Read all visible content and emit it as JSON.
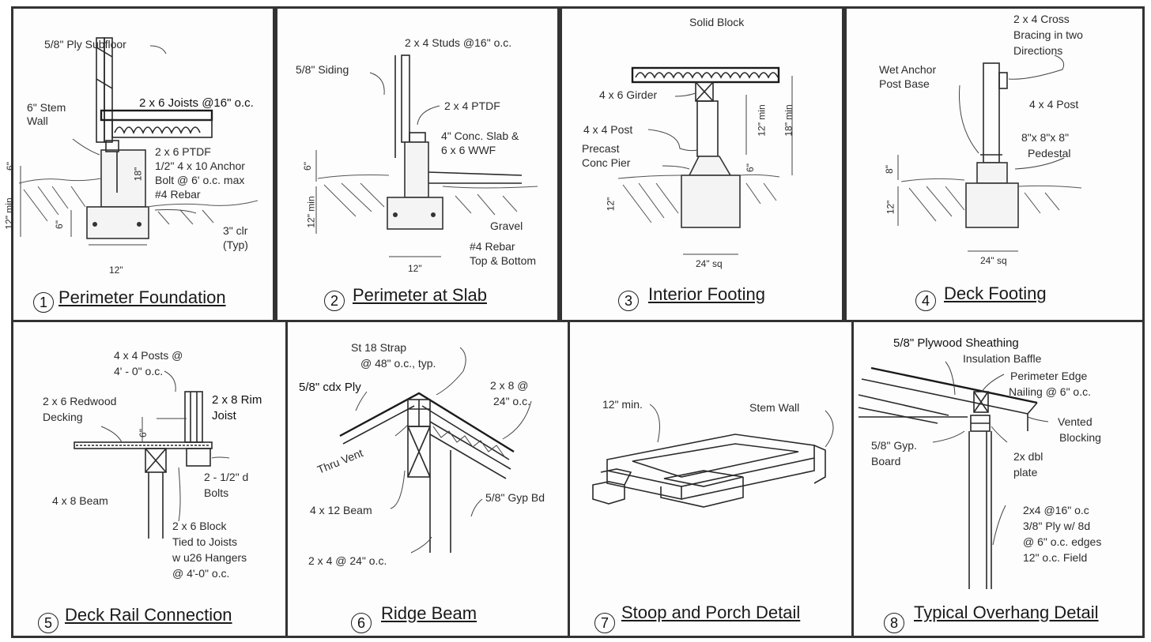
{
  "panels": [
    {
      "number": "1",
      "title": "Perimeter Foundation",
      "labels": [
        "5/8\" Ply Subfloor",
        "6\" Stem Wall",
        "2 x 6 Joists @16\" o.c.",
        "2 x 6 PTDF",
        "1/2\" 4 x 10 Anchor",
        "Bolt @ 6' o.c. max",
        "#4 Rebar",
        "3\" clr",
        "(Typ)",
        "12\"",
        "18\"",
        "6\"",
        "6\"",
        "12\" min"
      ]
    },
    {
      "number": "2",
      "title": "Perimeter at Slab",
      "labels": [
        "2 x 4 Studs @16\" o.c.",
        "5/8\" Siding",
        "2 x 4 PTDF",
        "4\" Conc. Slab &",
        "6 x 6 WWF",
        "Gravel",
        "#4 Rebar",
        "Top & Bottom",
        "12\"",
        "6\"",
        "12\" min"
      ]
    },
    {
      "number": "3",
      "title": "Interior Footing",
      "labels": [
        "Solid Block",
        "4 x 6 Girder",
        "4 x 4 Post",
        "Precast",
        "Conc Pier",
        "24\" sq",
        "12\" min",
        "18\" min",
        "6\"",
        "12\""
      ]
    },
    {
      "number": "4",
      "title": "Deck Footing",
      "labels": [
        "2 x 4 Cross",
        "Bracing in two",
        "Directions",
        "Wet Anchor",
        "Post Base",
        "4 x 4 Post",
        "8\"x 8\"x 8\"",
        "Pedestal",
        "24\" sq",
        "8\"",
        "12\""
      ]
    },
    {
      "number": "5",
      "title": "Deck Rail Connection",
      "labels": [
        "4 x 4 Posts @",
        "4' - 0\" o.c.",
        "2 x 6 Redwood",
        "Decking",
        "2 x 8 Rim",
        "Joist",
        "2 - 1/2\" d",
        "Bolts",
        "4 x 8 Beam",
        "2 x 6 Block",
        "Tied to Joists",
        "w u26 Hangers",
        "@ 4'-0\" o.c.",
        "6\""
      ]
    },
    {
      "number": "6",
      "title": "Ridge Beam",
      "labels": [
        "St 18 Strap",
        "@ 48\" o.c., typ.",
        "5/8\" cdx Ply",
        "2 x 8 @",
        "24\" o.c.",
        "Thru Vent",
        "4 x 12 Beam",
        "5/8\" Gyp Bd",
        "2 x 4 @ 24\" o.c."
      ]
    },
    {
      "number": "7",
      "title": "Stoop and Porch Detail",
      "labels": [
        "12\" min.",
        "Stem Wall"
      ]
    },
    {
      "number": "8",
      "title": "Typical Overhang Detail",
      "labels": [
        "5/8\" Plywood Sheathing",
        "Insulation Baffle",
        "Perimeter Edge",
        "Nailing @ 6\" o.c.",
        "Vented",
        "Blocking",
        "5/8\" Gyp.",
        "Board",
        "2x dbl",
        "plate",
        "2x4 @16\" o.c",
        "3/8\" Ply w/ 8d",
        "@ 6\" o.c. edges",
        "12\" o.c. Field"
      ]
    }
  ]
}
